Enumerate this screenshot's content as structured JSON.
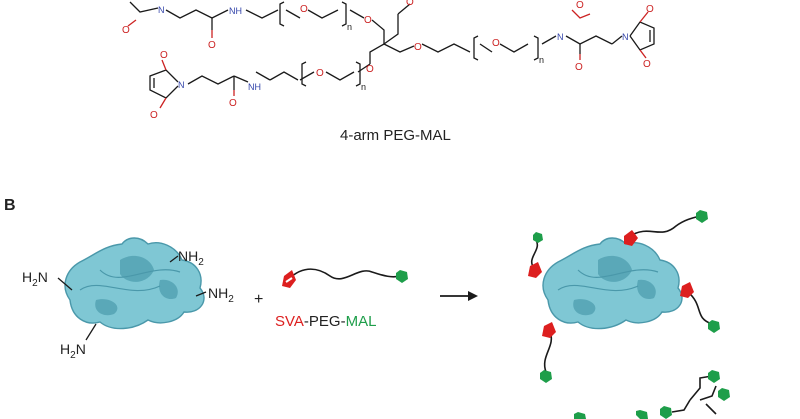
{
  "structure_label": "4-arm PEG-MAL",
  "panel_b_label": "B",
  "atoms": {
    "oxygen": "O",
    "nitrogen": "N",
    "repeat": "n",
    "nh": "NH",
    "nh2": "NH",
    "sub2": "2",
    "h2n": "H",
    "h2n_sub": "2",
    "h2n_n": "N"
  },
  "reagent": {
    "plus": "+",
    "part1": "SVA",
    "dash1": "-",
    "part2": "PEG",
    "dash2": "-",
    "part3": "MAL"
  },
  "colors": {
    "red_end": "#dd1f1f",
    "green_end": "#1e9e4a",
    "protein": "#7fc7d4",
    "oxygen": "#cc2222",
    "nitrogen": "#3344aa"
  }
}
